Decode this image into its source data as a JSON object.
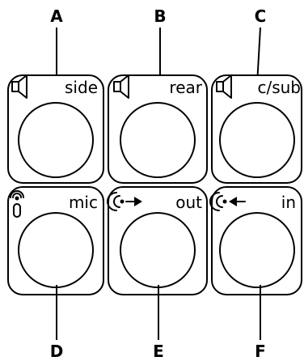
{
  "callouts": {
    "a": "A",
    "b": "B",
    "c": "C",
    "d": "D",
    "e": "E",
    "f": "F"
  },
  "jacks": {
    "side": {
      "label": "side",
      "icon": "speaker-icon"
    },
    "rear": {
      "label": "rear",
      "icon": "speaker-icon"
    },
    "csub": {
      "label": "c/sub",
      "icon": "speaker-icon"
    },
    "mic": {
      "label": "mic",
      "icon": "microphone-icon"
    },
    "out": {
      "label": "out",
      "icon": "audio-out-icon"
    },
    "in": {
      "label": "in",
      "icon": "audio-in-icon"
    }
  }
}
